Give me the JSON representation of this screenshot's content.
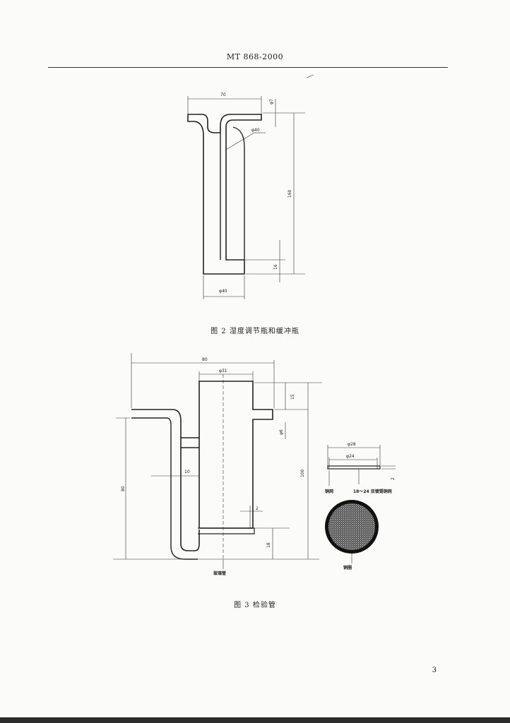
{
  "header": {
    "standard_code": "MT 868-2000"
  },
  "figure2": {
    "caption": "图 2  湿度调节瓶和缓冲瓶",
    "dims": {
      "width_top": "70",
      "phi7": "φ7",
      "phi40_inner": "φ40",
      "height": "160",
      "bottom": "16",
      "phi40_base": "φ40"
    }
  },
  "figure3": {
    "caption": "图 3  检验管",
    "dims": {
      "width": "80",
      "phi31": "φ31",
      "top": "15",
      "phi6": "φ6",
      "height_right": "100",
      "side_10": "10",
      "height_left": "80",
      "gap_2": "2",
      "bottom": "18"
    },
    "labels": {
      "glass_tube": "玻璃管"
    }
  },
  "mesh_detail": {
    "dims": {
      "phi28": "φ28",
      "phi24": "φ24",
      "thk_2": "2"
    },
    "labels": {
      "copper_mesh_left": "铜网",
      "mesh_spec": "18～24 目镀锡铜网",
      "copper_ring": "铜圈"
    }
  },
  "page_number": "3"
}
